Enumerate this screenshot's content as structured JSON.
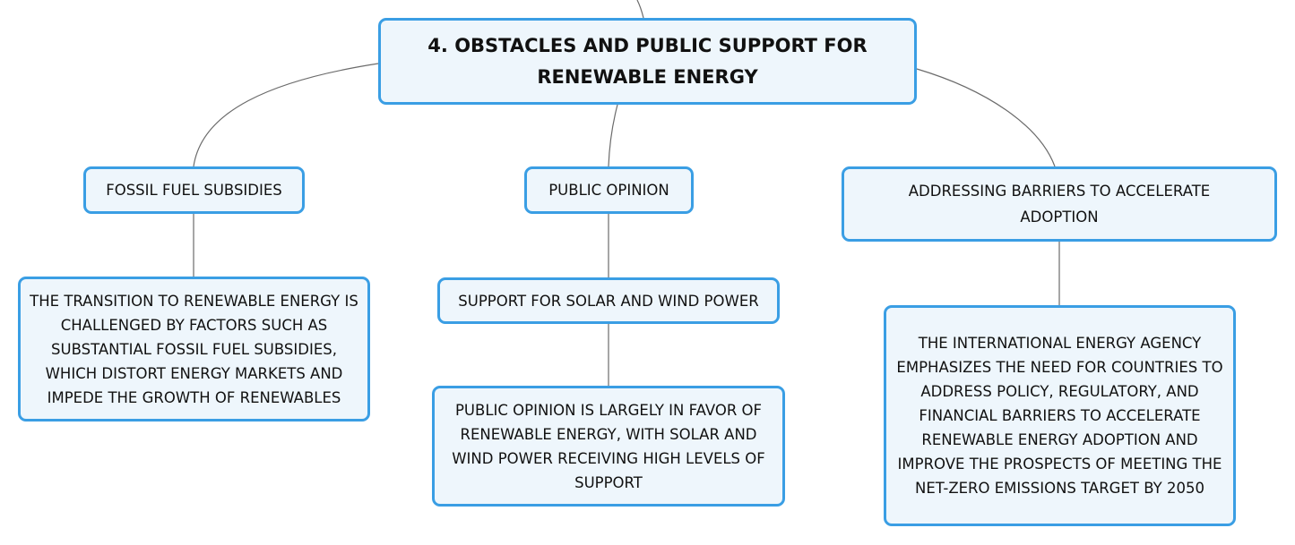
{
  "diagram": {
    "title": "4. OBSTACLES AND PUBLIC SUPPORT FOR RENEWABLE ENERGY",
    "branches": [
      {
        "label": "FOSSIL FUEL SUBSIDIES",
        "detail": "THE TRANSITION TO RENEWABLE ENERGY IS CHALLENGED BY FACTORS SUCH AS SUBSTANTIAL FOSSIL FUEL SUBSIDIES, WHICH DISTORT ENERGY MARKETS AND IMPEDE THE GROWTH OF RENEWABLES"
      },
      {
        "label": "PUBLIC OPINION",
        "sub_label": "SUPPORT FOR SOLAR AND WIND POWER",
        "detail": "PUBLIC OPINION IS LARGELY IN FAVOR OF RENEWABLE ENERGY, WITH SOLAR AND WIND POWER RECEIVING HIGH LEVELS OF SUPPORT"
      },
      {
        "label": "ADDRESSING BARRIERS TO ACCELERATE ADOPTION",
        "detail": "THE INTERNATIONAL ENERGY AGENCY EMPHASIZES THE NEED FOR COUNTRIES TO ADDRESS POLICY, REGULATORY, AND FINANCIAL BARRIERS TO ACCELERATE RENEWABLE ENERGY ADOPTION AND IMPROVE THE PROSPECTS OF MEETING THE NET-ZERO EMISSIONS TARGET BY 2050"
      }
    ]
  },
  "colors": {
    "node_border": "#3a9ee4",
    "node_fill": "#eef6fc",
    "connector": "#6b6b6b",
    "text": "#111111"
  }
}
